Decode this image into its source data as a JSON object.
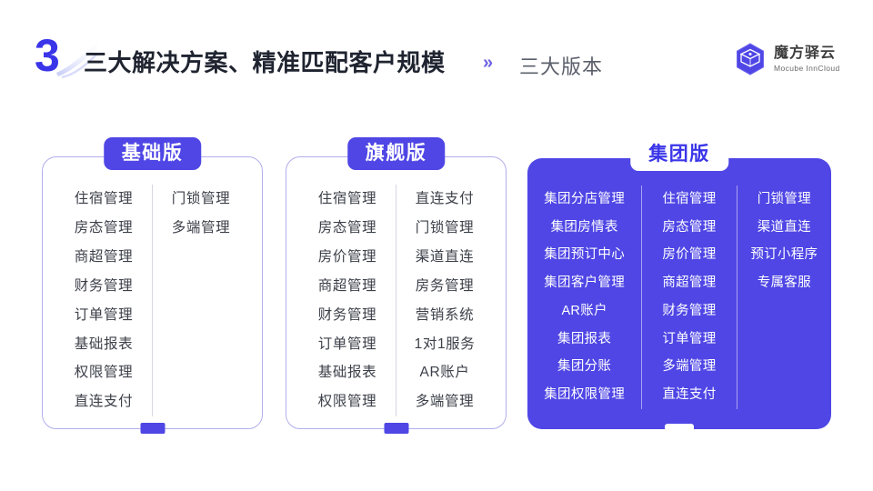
{
  "header": {
    "number": "3",
    "title": "三大解决方案、精准匹配客户规模",
    "separator": "»",
    "subtitle": "三大版本"
  },
  "brand": {
    "icon": "cube-logo-icon",
    "name_cn": "魔方驿云",
    "name_en": "Mocube InnCloud"
  },
  "colors": {
    "accent": "#4f46e5",
    "number_blue": "#3a35e8",
    "card_border": "#b2aeec",
    "title_dark": "#1f2430",
    "subtitle_gray": "#5a5f6b",
    "item_gray": "#3c4049",
    "divider": "#d7d7de",
    "divider_on_blue": "#a7a0f2",
    "background": "#ffffff"
  },
  "cards": [
    {
      "id": "basic",
      "badge": "基础版",
      "style": "outline",
      "columns": [
        {
          "items": [
            "住宿管理",
            "房态管理",
            "商超管理",
            "财务管理",
            "订单管理",
            "基础报表",
            "权限管理",
            "直连支付"
          ]
        },
        {
          "items": [
            "门锁管理",
            "多端管理"
          ]
        }
      ]
    },
    {
      "id": "flagship",
      "badge": "旗舰版",
      "style": "outline",
      "columns": [
        {
          "items": [
            "住宿管理",
            "房态管理",
            "房价管理",
            "商超管理",
            "财务管理",
            "订单管理",
            "基础报表",
            "权限管理"
          ]
        },
        {
          "items": [
            "直连支付",
            "门锁管理",
            "渠道直连",
            "房务管理",
            "营销系统",
            "1对1服务",
            "AR账户",
            "多端管理"
          ]
        }
      ]
    },
    {
      "id": "group",
      "badge": "集团版",
      "style": "filled",
      "columns": [
        {
          "items": [
            "集团分店管理",
            "集团房情表",
            "集团预订中心",
            "集团客户管理",
            "AR账户",
            "集团报表",
            "集团分账",
            "集团权限管理"
          ]
        },
        {
          "items": [
            "住宿管理",
            "房态管理",
            "房价管理",
            "商超管理",
            "财务管理",
            "订单管理",
            "多端管理",
            "直连支付"
          ]
        },
        {
          "items": [
            "门锁管理",
            "渠道直连",
            "预订小程序",
            "专属客服"
          ]
        }
      ]
    }
  ]
}
